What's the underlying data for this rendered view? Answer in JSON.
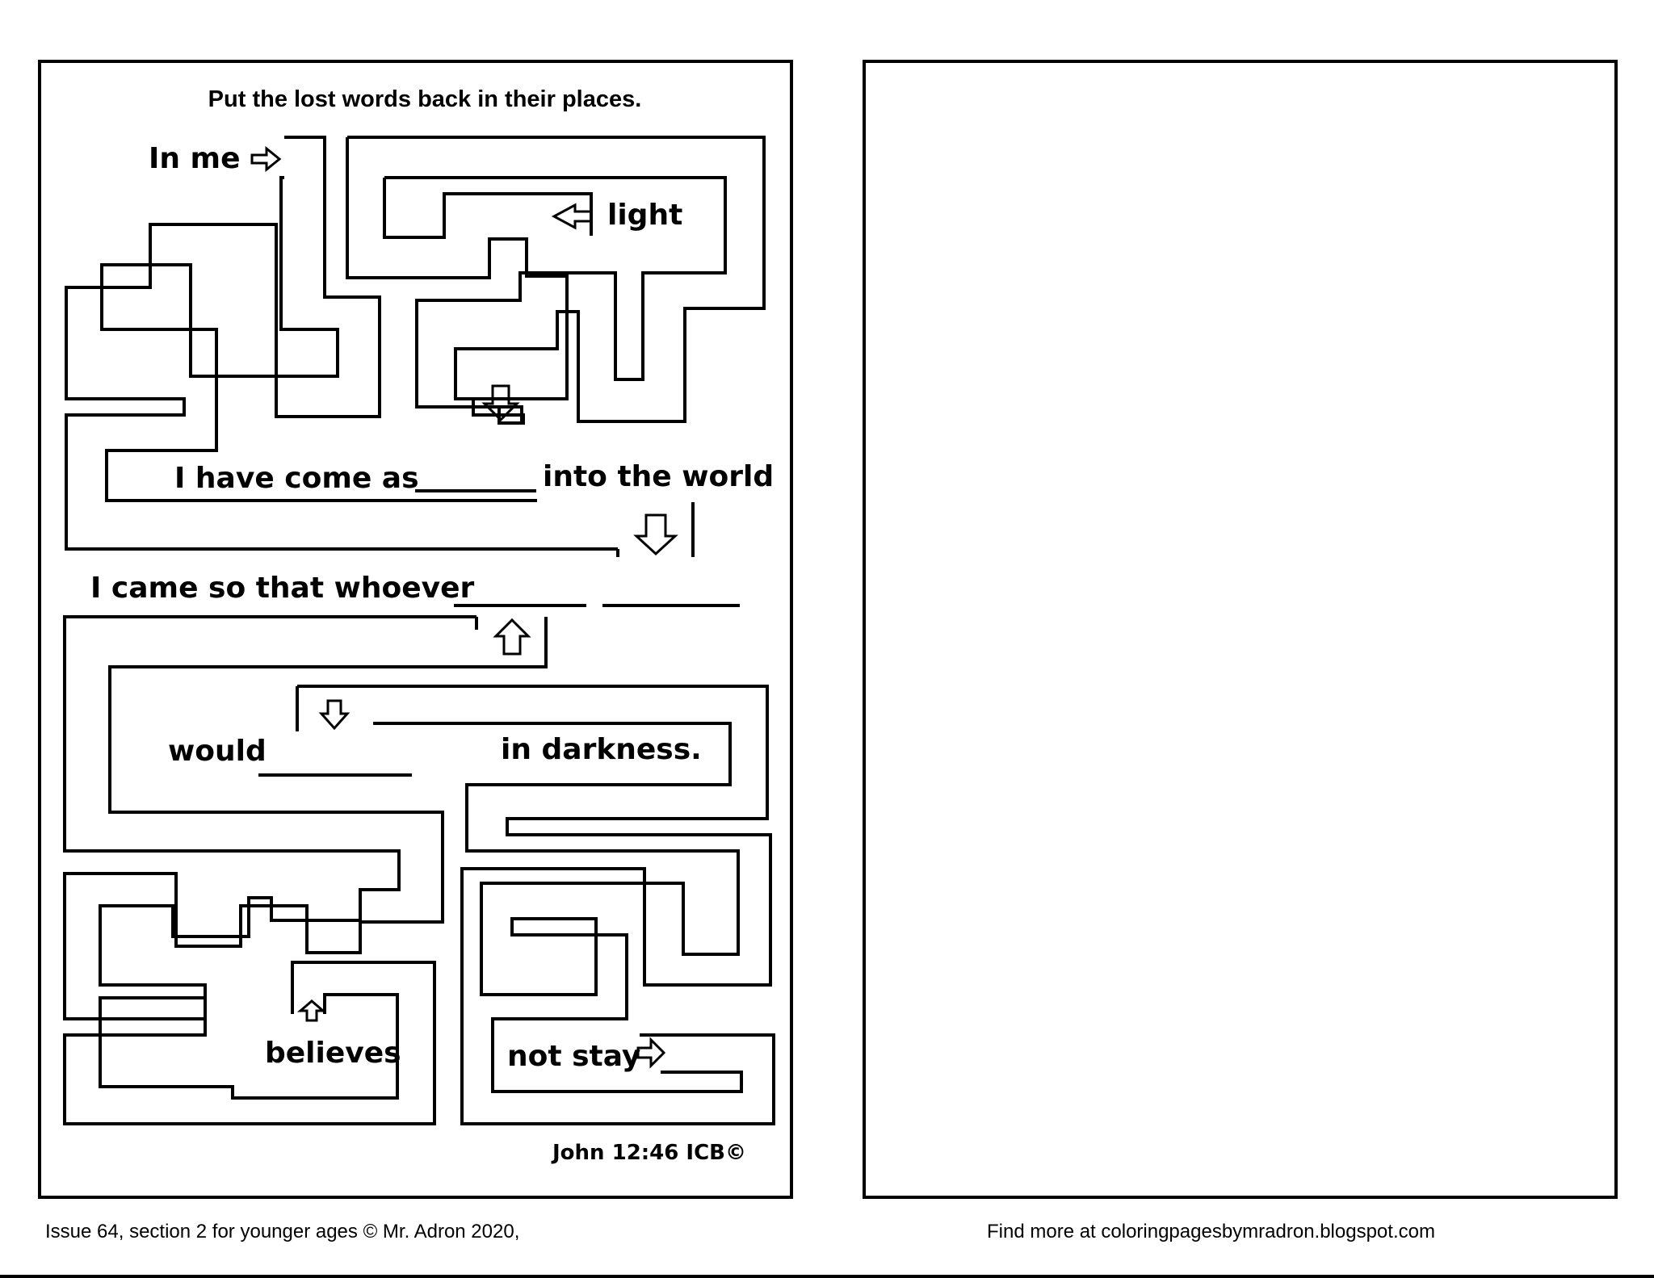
{
  "worksheet": {
    "instruction": "Put the lost words back in their places.",
    "word_in_me": "In me",
    "word_light": "light",
    "line_1": "I have come as",
    "line_1_end": "into the world",
    "line_2": "I came so that whoever",
    "word_would": "would",
    "line_3_end": "in darkness.",
    "word_believes": "believes",
    "word_not_stay": "not stay",
    "citation": "John 12:46 ICB©"
  },
  "footer": {
    "left": "Issue 64, section 2 for younger ages © Mr. Adron 2020,",
    "right": "Find more at coloringpagesbymradron.blogspot.com"
  },
  "colors": {
    "ink": "#000000",
    "paper": "#ffffff"
  }
}
